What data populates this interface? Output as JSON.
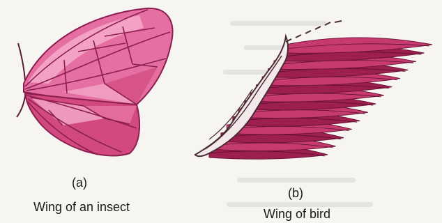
{
  "panels": [
    {
      "label": "(a)",
      "caption": "Wing of an insect"
    },
    {
      "label": "(b)",
      "caption": "Wing of bird"
    }
  ],
  "colors": {
    "insect_light": "#f4a6c9",
    "insect_mid": "#e56fa2",
    "insect_dark": "#d1497f",
    "insect_vein": "#8c1e4f",
    "bird_feather": "#c73a70",
    "bird_feather_dark": "#9d1f50",
    "bird_bone": "#f3e9ea",
    "bird_outline": "#4a2a33"
  }
}
